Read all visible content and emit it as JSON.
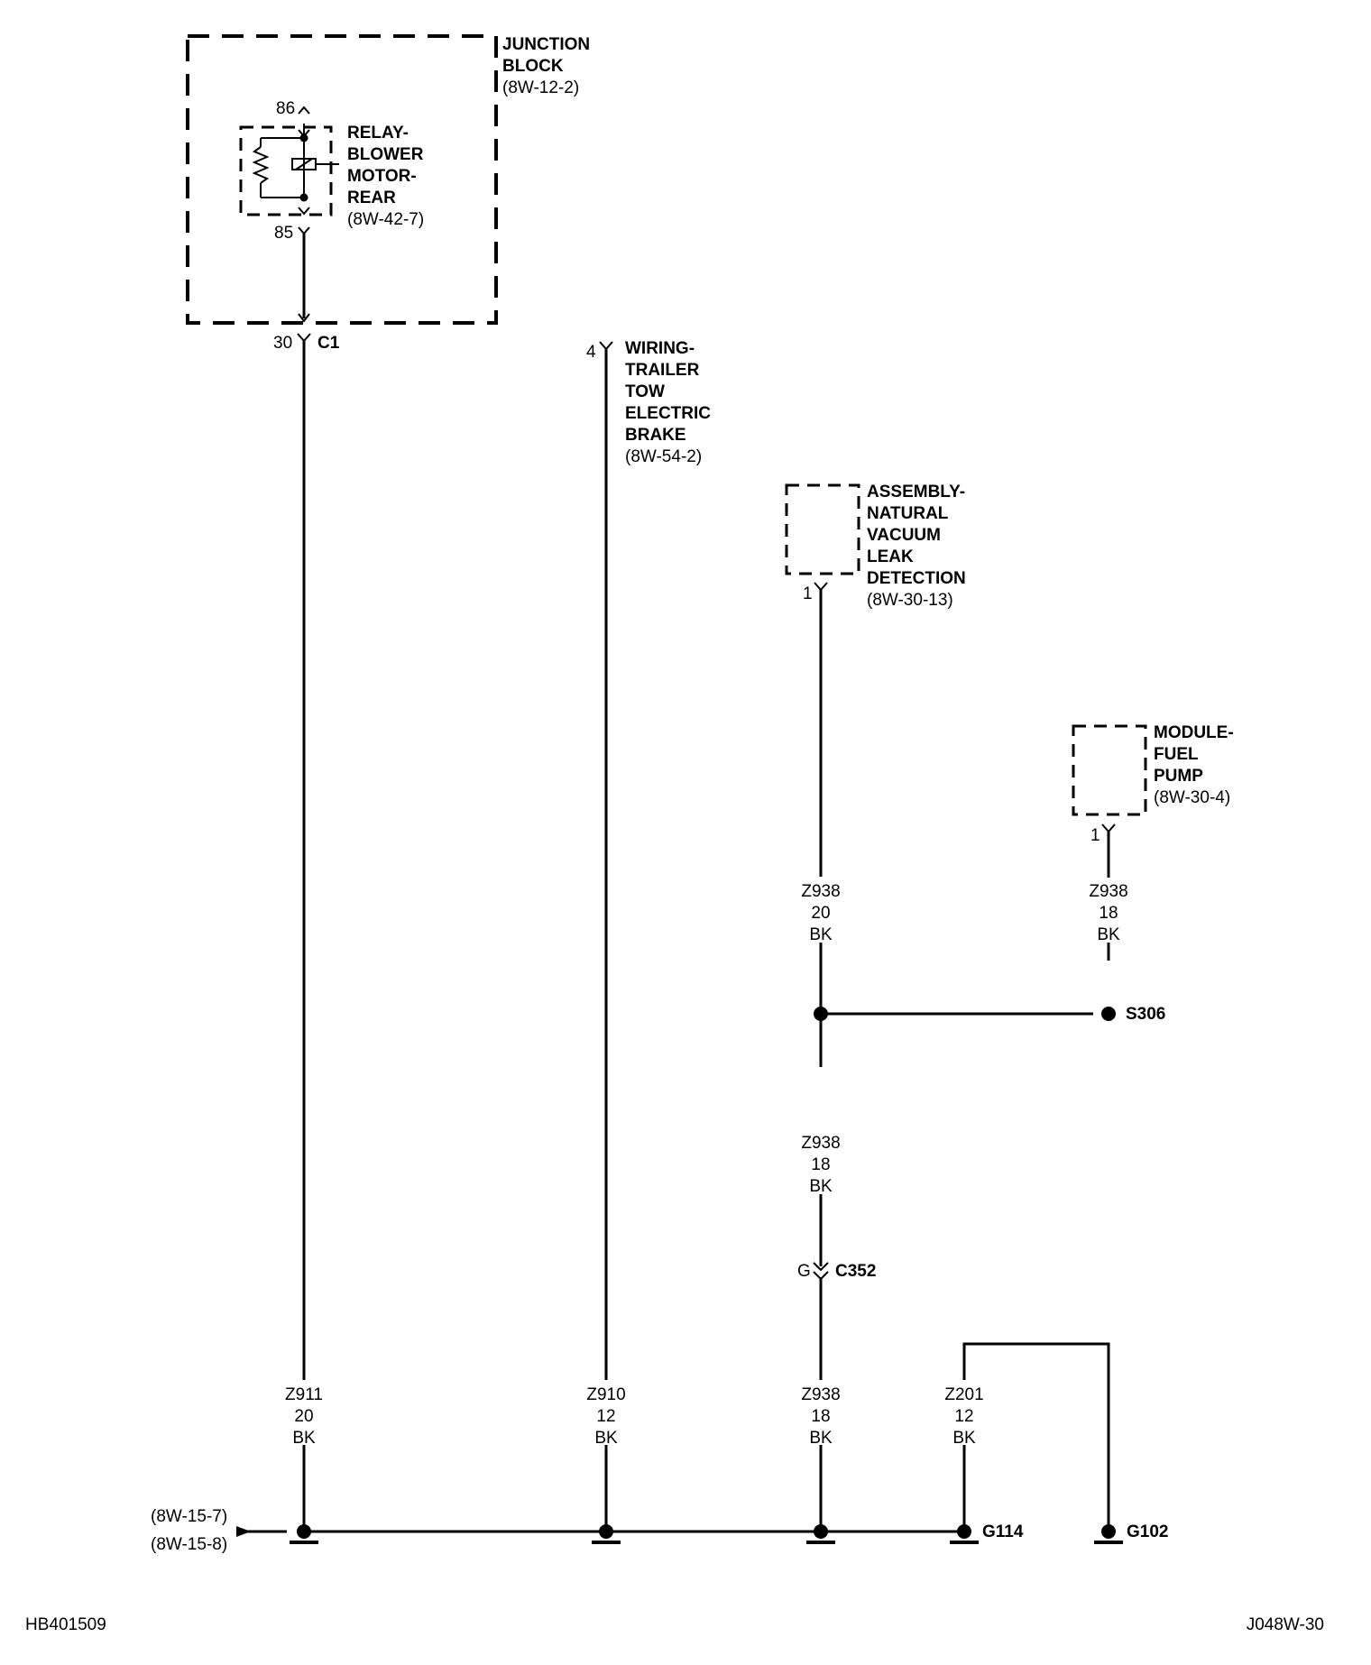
{
  "components": {
    "junction_block": {
      "name_lines": [
        "JUNCTION",
        "BLOCK"
      ],
      "ref": "(8W-12-2)"
    },
    "relay": {
      "name_lines": [
        "RELAY-",
        "BLOWER",
        "MOTOR-",
        "REAR"
      ],
      "ref": "(8W-42-7)",
      "pin_top": "86",
      "pin_bottom": "85"
    },
    "jb_connector": {
      "pin": "30",
      "name": "C1"
    },
    "trailer_tow": {
      "pin": "4",
      "name_lines": [
        "WIRING-",
        "TRAILER",
        "TOW",
        "ELECTRIC",
        "BRAKE"
      ],
      "ref": "(8W-54-2)"
    },
    "nvld": {
      "pin": "1",
      "name_lines": [
        "ASSEMBLY-",
        "NATURAL",
        "VACUUM",
        "LEAK",
        "DETECTION"
      ],
      "ref": "(8W-30-13)"
    },
    "fuel_pump": {
      "pin": "1",
      "name_lines": [
        "MODULE-",
        "FUEL",
        "PUMP"
      ],
      "ref": "(8W-30-4)"
    },
    "splice": {
      "name": "S306"
    },
    "connector_c352": {
      "pin": "G",
      "name": "C352"
    }
  },
  "wires": {
    "nvld_top": [
      "Z938",
      "20",
      "BK"
    ],
    "fp_top": [
      "Z938",
      "18",
      "BK"
    ],
    "mid": [
      "Z938",
      "18",
      "BK"
    ],
    "z911": [
      "Z911",
      "20",
      "BK"
    ],
    "z910": [
      "Z910",
      "12",
      "BK"
    ],
    "z938_low": [
      "Z938",
      "18",
      "BK"
    ],
    "z201": [
      "Z201",
      "12",
      "BK"
    ]
  },
  "grounds": {
    "g114": "G114",
    "g102": "G102"
  },
  "offpage_refs": [
    "(8W-15-7)",
    "(8W-15-8)"
  ],
  "footer": {
    "left": "HB401509",
    "right": "J048W-30"
  }
}
